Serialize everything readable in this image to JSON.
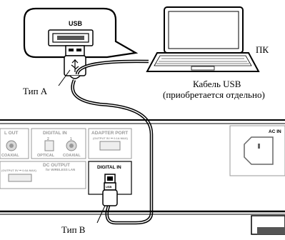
{
  "labels": {
    "usb_callout": "USB",
    "pc": "ПК",
    "type_a": "Тип A",
    "type_b": "Тип B",
    "cable_line1": "Кабель USB",
    "cable_line2": "(приобретается отдельно)"
  },
  "panel": {
    "l_out": "L OUT",
    "coaxial_left": "COAXIAL",
    "digital_in_group": "DIGITAL IN",
    "digital_in_2": "2",
    "digital_in_1": "1",
    "optical": "OPTICAL",
    "coaxial": "COAXIAL",
    "adapter_port": "ADAPTER PORT",
    "adapter_port_spec": "(OUTPUT 5V ⎓ 0.1A MAX)",
    "dc_output": "DC OUTPUT",
    "dc_output_sub": "for WIRELESS LAN",
    "dc_output_spec": "(OUTPUT 5V ⎓ 0.6A MAX)",
    "digital_in_usb": "DIGITAL IN",
    "usb_small": "USB",
    "ac_in": "AC IN"
  }
}
